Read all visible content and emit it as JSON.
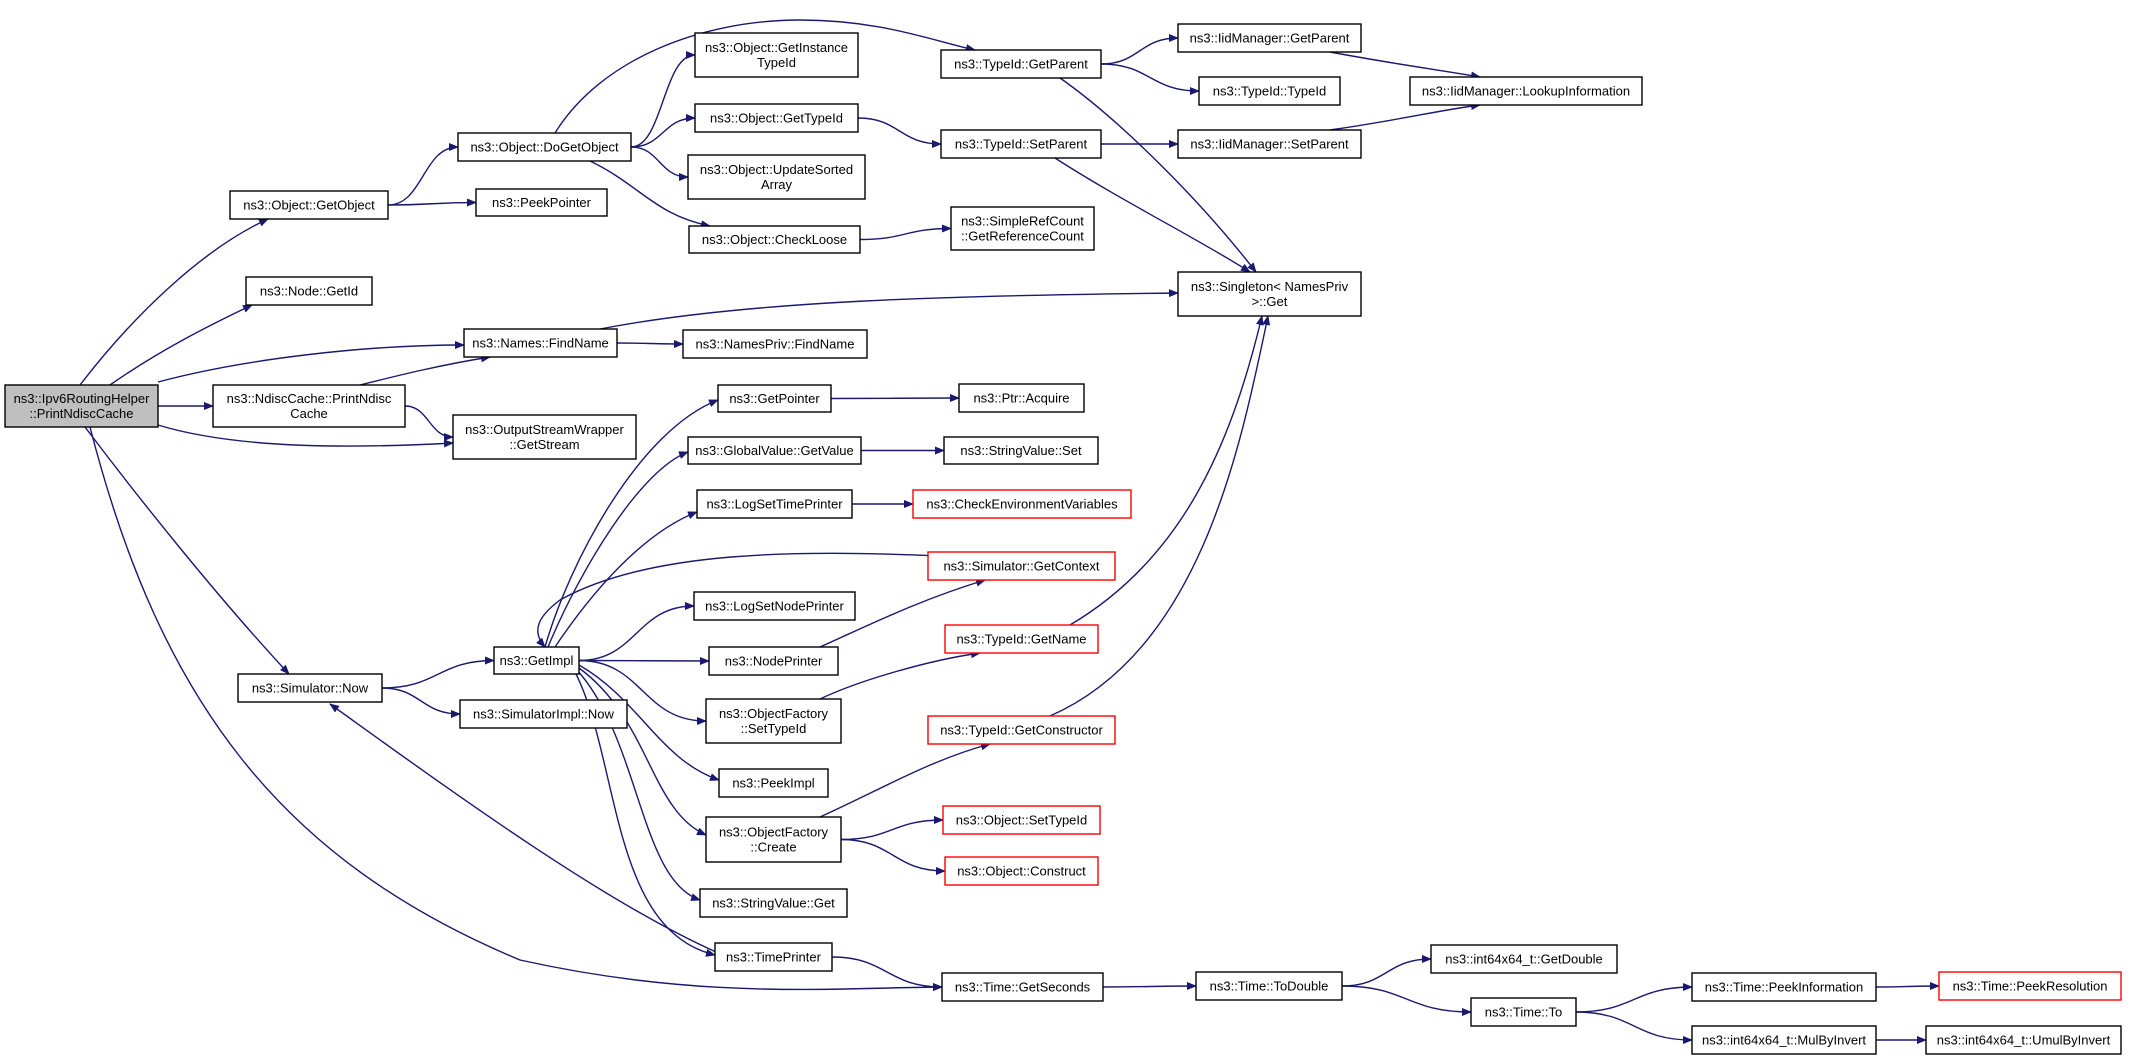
{
  "colors": {
    "edge": "#191970",
    "root_fill": "#bfbfbf",
    "truncated_border": "#ff0000",
    "border": "#000000"
  },
  "nodes": {
    "root": {
      "lines": [
        "ns3::Ipv6RoutingHelper",
        "::PrintNdiscCache"
      ],
      "root": true
    },
    "getObject": {
      "lines": [
        "ns3::Object::GetObject"
      ]
    },
    "nodeGetId": {
      "lines": [
        "ns3::Node::GetId"
      ]
    },
    "namesFindName": {
      "lines": [
        "ns3::Names::FindName"
      ]
    },
    "ndiscPrint": {
      "lines": [
        "ns3::NdiscCache::PrintNdisc",
        "Cache"
      ]
    },
    "outGetStream": {
      "lines": [
        "ns3::OutputStreamWrapper",
        "::GetStream"
      ]
    },
    "simNow": {
      "lines": [
        "ns3::Simulator::Now"
      ]
    },
    "doGetObject": {
      "lines": [
        "ns3::Object::DoGetObject"
      ]
    },
    "peekPointer": {
      "lines": [
        "ns3::PeekPointer"
      ]
    },
    "namesPrivFindName": {
      "lines": [
        "ns3::NamesPriv::FindName"
      ]
    },
    "getImpl": {
      "lines": [
        "ns3::GetImpl"
      ]
    },
    "simImplNow": {
      "lines": [
        "ns3::SimulatorImpl::Now"
      ]
    },
    "getInstanceTypeId": {
      "lines": [
        "ns3::Object::GetInstance",
        "TypeId"
      ]
    },
    "objGetTypeId": {
      "lines": [
        "ns3::Object::GetTypeId"
      ]
    },
    "updateSorted": {
      "lines": [
        "ns3::Object::UpdateSorted",
        "Array"
      ]
    },
    "checkLoose": {
      "lines": [
        "ns3::Object::CheckLoose"
      ]
    },
    "getPointer": {
      "lines": [
        "ns3::GetPointer"
      ]
    },
    "gvGetValue": {
      "lines": [
        "ns3::GlobalValue::GetValue"
      ]
    },
    "logSetTime": {
      "lines": [
        "ns3::LogSetTimePrinter"
      ]
    },
    "logSetNode": {
      "lines": [
        "ns3::LogSetNodePrinter"
      ]
    },
    "nodePrinter": {
      "lines": [
        "ns3::NodePrinter"
      ]
    },
    "ofSetTypeId": {
      "lines": [
        "ns3::ObjectFactory",
        "::SetTypeId"
      ]
    },
    "peekImpl": {
      "lines": [
        "ns3::PeekImpl"
      ]
    },
    "ofCreate": {
      "lines": [
        "ns3::ObjectFactory",
        "::Create"
      ]
    },
    "svGet": {
      "lines": [
        "ns3::StringValue::Get"
      ]
    },
    "timePrinter": {
      "lines": [
        "ns3::TimePrinter"
      ]
    },
    "tidGetParent": {
      "lines": [
        "ns3::TypeId::GetParent"
      ]
    },
    "tidSetParent": {
      "lines": [
        "ns3::TypeId::SetParent"
      ]
    },
    "getRefCount": {
      "lines": [
        "ns3::SimpleRefCount",
        "::GetReferenceCount"
      ]
    },
    "ptrAcquire": {
      "lines": [
        "ns3::Ptr::Acquire"
      ]
    },
    "svSet": {
      "lines": [
        "ns3::StringValue::Set"
      ]
    },
    "checkEnv": {
      "lines": [
        "ns3::CheckEnvironmentVariables"
      ],
      "truncated": true
    },
    "simGetContext": {
      "lines": [
        "ns3::Simulator::GetContext"
      ],
      "truncated": true
    },
    "tidGetName": {
      "lines": [
        "ns3::TypeId::GetName"
      ],
      "truncated": true
    },
    "tidGetCtor": {
      "lines": [
        "ns3::TypeId::GetConstructor"
      ],
      "truncated": true
    },
    "objSetTypeId": {
      "lines": [
        "ns3::Object::SetTypeId"
      ],
      "truncated": true
    },
    "objConstruct": {
      "lines": [
        "ns3::Object::Construct"
      ],
      "truncated": true
    },
    "timeGetSeconds": {
      "lines": [
        "ns3::Time::GetSeconds"
      ]
    },
    "iidGetParent": {
      "lines": [
        "ns3::IidManager::GetParent"
      ]
    },
    "tidTypeId": {
      "lines": [
        "ns3::TypeId::TypeId"
      ]
    },
    "iidSetParent": {
      "lines": [
        "ns3::IidManager::SetParent"
      ]
    },
    "singletonGet": {
      "lines": [
        "ns3::Singleton< NamesPriv",
        " >::Get"
      ]
    },
    "timeToDouble": {
      "lines": [
        "ns3::Time::ToDouble"
      ]
    },
    "iidLookup": {
      "lines": [
        "ns3::IidManager::LookupInformation"
      ]
    },
    "i64GetDouble": {
      "lines": [
        "ns3::int64x64_t::GetDouble"
      ]
    },
    "timeTo": {
      "lines": [
        "ns3::Time::To"
      ]
    },
    "timePeekInfo": {
      "lines": [
        "ns3::Time::PeekInformation"
      ]
    },
    "i64MulByInvert": {
      "lines": [
        "ns3::int64x64_t::MulByInvert"
      ]
    },
    "timePeekRes": {
      "lines": [
        "ns3::Time::PeekResolution"
      ],
      "truncated": true
    },
    "i64UmulByInvert": {
      "lines": [
        "ns3::int64x64_t::UmulByInvert"
      ]
    }
  },
  "edges": [
    [
      "root",
      "getObject"
    ],
    [
      "root",
      "nodeGetId"
    ],
    [
      "root",
      "namesFindName"
    ],
    [
      "root",
      "ndiscPrint"
    ],
    [
      "root",
      "outGetStream"
    ],
    [
      "root",
      "simNow"
    ],
    [
      "root",
      "timeGetSeconds"
    ],
    [
      "getObject",
      "doGetObject"
    ],
    [
      "getObject",
      "peekPointer"
    ],
    [
      "namesFindName",
      "namesPrivFindName"
    ],
    [
      "namesFindName",
      "singletonGet"
    ],
    [
      "ndiscPrint",
      "namesFindName"
    ],
    [
      "ndiscPrint",
      "outGetStream"
    ],
    [
      "simNow",
      "getImpl"
    ],
    [
      "simNow",
      "simImplNow"
    ],
    [
      "doGetObject",
      "getInstanceTypeId"
    ],
    [
      "doGetObject",
      "objGetTypeId"
    ],
    [
      "doGetObject",
      "updateSorted"
    ],
    [
      "doGetObject",
      "checkLoose"
    ],
    [
      "doGetObject",
      "tidGetParent"
    ],
    [
      "objGetTypeId",
      "tidSetParent"
    ],
    [
      "checkLoose",
      "getRefCount"
    ],
    [
      "tidGetParent",
      "iidGetParent"
    ],
    [
      "tidGetParent",
      "tidTypeId"
    ],
    [
      "tidGetParent",
      "singletonGet"
    ],
    [
      "tidSetParent",
      "iidSetParent"
    ],
    [
      "tidSetParent",
      "singletonGet"
    ],
    [
      "iidGetParent",
      "iidLookup"
    ],
    [
      "iidSetParent",
      "iidLookup"
    ],
    [
      "getImpl",
      "getPointer"
    ],
    [
      "getImpl",
      "gvGetValue"
    ],
    [
      "getImpl",
      "logSetTime"
    ],
    [
      "getImpl",
      "logSetNode"
    ],
    [
      "getImpl",
      "nodePrinter"
    ],
    [
      "getImpl",
      "ofSetTypeId"
    ],
    [
      "getImpl",
      "peekImpl"
    ],
    [
      "getImpl",
      "ofCreate"
    ],
    [
      "getImpl",
      "svGet"
    ],
    [
      "getImpl",
      "timePrinter"
    ],
    [
      "getPointer",
      "ptrAcquire"
    ],
    [
      "gvGetValue",
      "svSet"
    ],
    [
      "logSetTime",
      "checkEnv"
    ],
    [
      "simGetContext",
      "getImpl"
    ],
    [
      "nodePrinter",
      "simGetContext"
    ],
    [
      "ofSetTypeId",
      "tidGetName"
    ],
    [
      "tidGetName",
      "singletonGet"
    ],
    [
      "tidGetCtor",
      "singletonGet"
    ],
    [
      "ofCreate",
      "tidGetCtor"
    ],
    [
      "ofCreate",
      "objSetTypeId"
    ],
    [
      "ofCreate",
      "objConstruct"
    ],
    [
      "timePrinter",
      "simNow"
    ],
    [
      "timePrinter",
      "timeGetSeconds"
    ],
    [
      "timeGetSeconds",
      "timeToDouble"
    ],
    [
      "timeToDouble",
      "i64GetDouble"
    ],
    [
      "timeToDouble",
      "timeTo"
    ],
    [
      "timeTo",
      "timePeekInfo"
    ],
    [
      "timeTo",
      "i64MulByInvert"
    ],
    [
      "timePeekInfo",
      "timePeekRes"
    ],
    [
      "i64MulByInvert",
      "i64UmulByInvert"
    ]
  ]
}
